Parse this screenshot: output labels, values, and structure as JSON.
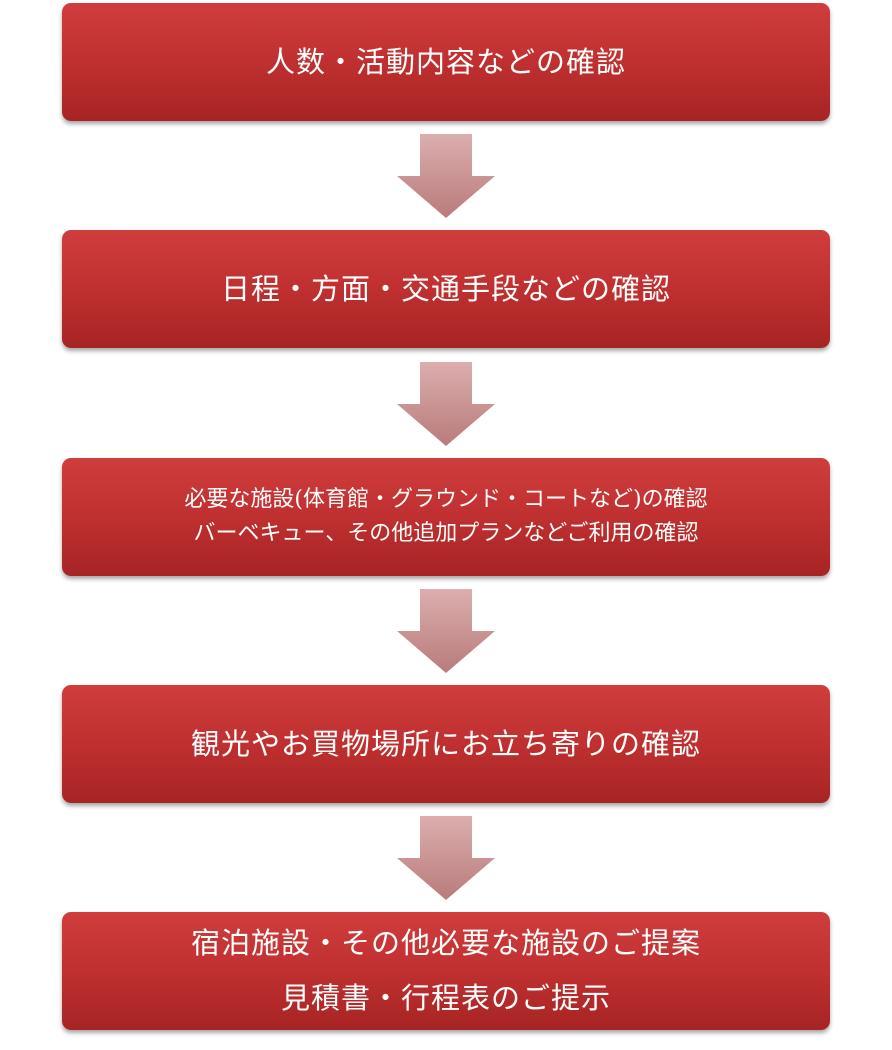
{
  "steps": [
    {
      "lines": [
        "人数・活動内容などの確認"
      ]
    },
    {
      "lines": [
        "日程・方面・交通手段などの確認"
      ]
    },
    {
      "lines": [
        "必要な施設(体育館・グラウンド・コートなど)の確認",
        "バーベキュー、その他追加プランなどご利用の確認"
      ]
    },
    {
      "lines": [
        "観光やお買物場所にお立ち寄りの確認"
      ]
    },
    {
      "lines": [
        "宿泊施設・その他必要な施設のご提案",
        "見積書・行程表のご提示"
      ]
    }
  ],
  "colors": {
    "box": "#c23131",
    "arrow": "#c99494",
    "text": "#ffffff"
  }
}
